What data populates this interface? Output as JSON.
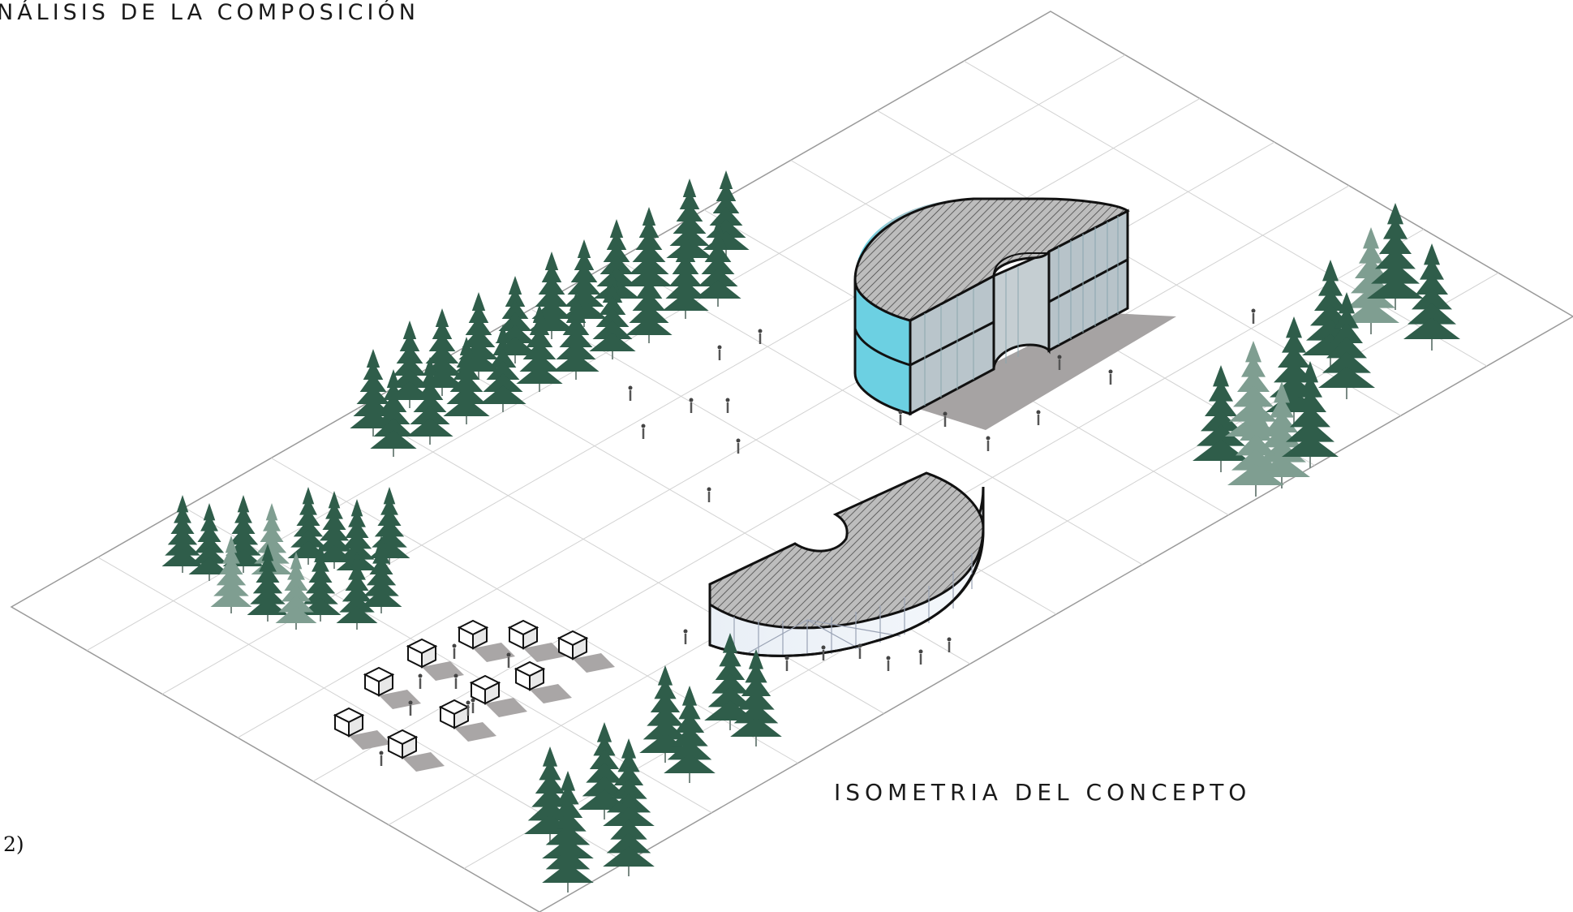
{
  "header": {
    "title": "NÁLISIS DE LA COMPOSICIÓN"
  },
  "drawing": {
    "caption": "ISOMETRIA DEL CONCEPTO"
  },
  "page": {
    "marker": "2)"
  },
  "colors": {
    "tree_dark": "#2f5d4a",
    "tree_light": "#7f9e91",
    "glass": "#79d3e0",
    "roof": "#8c8c8c",
    "shadow": "#a9a6a6",
    "grid": "#c8c8c8"
  }
}
